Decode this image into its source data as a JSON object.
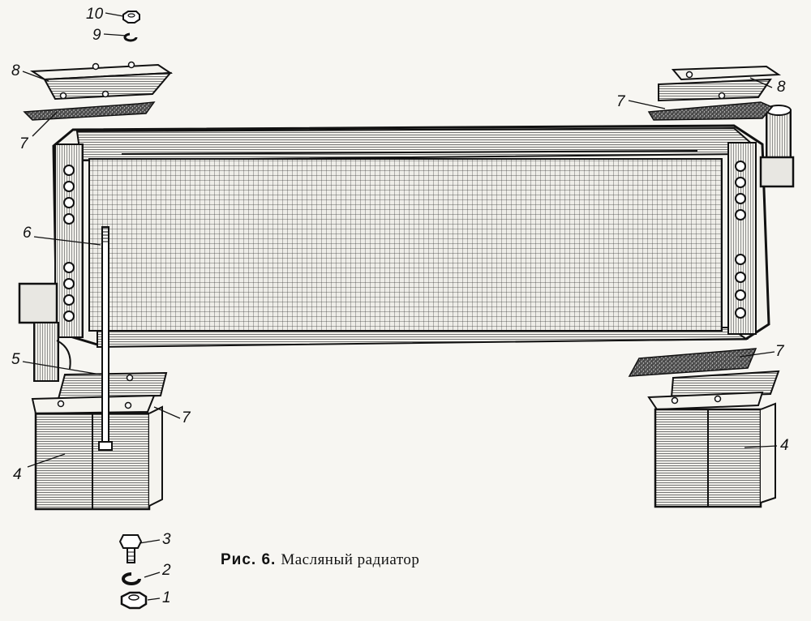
{
  "figure": {
    "caption_prefix": "Рис. 6.",
    "caption_title": "Масляный радиатор"
  },
  "callouts": {
    "part_1": "1",
    "part_2": "2",
    "part_3": "3",
    "part_4_left": "4",
    "part_4_right": "4",
    "part_5": "5",
    "part_6": "6",
    "part_7_upper_left": "7",
    "part_7_upper_right": "7",
    "part_7_lower_right": "7",
    "part_7_lower_left": "7",
    "part_8_left": "8",
    "part_8_right": "8",
    "part_9": "9",
    "part_10": "10"
  }
}
